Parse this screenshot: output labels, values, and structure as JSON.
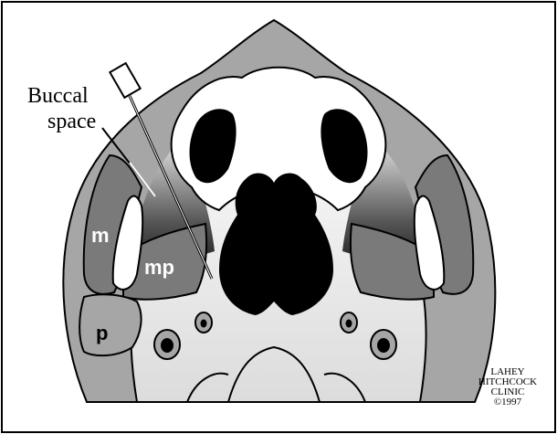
{
  "labels": {
    "buccal_line1": "Buccal",
    "buccal_line2": "space",
    "m": "m",
    "mp": "mp",
    "p": "p"
  },
  "credit": {
    "line1": "LAHEY",
    "line2": "HITCHCOCK",
    "line3": "CLINIC",
    "line4": "©1997"
  },
  "colors": {
    "outer_gray": "#a6a6a6",
    "muscle_gray": "#7a7a7a",
    "pale_fill": "#ededed",
    "black": "#000000"
  }
}
